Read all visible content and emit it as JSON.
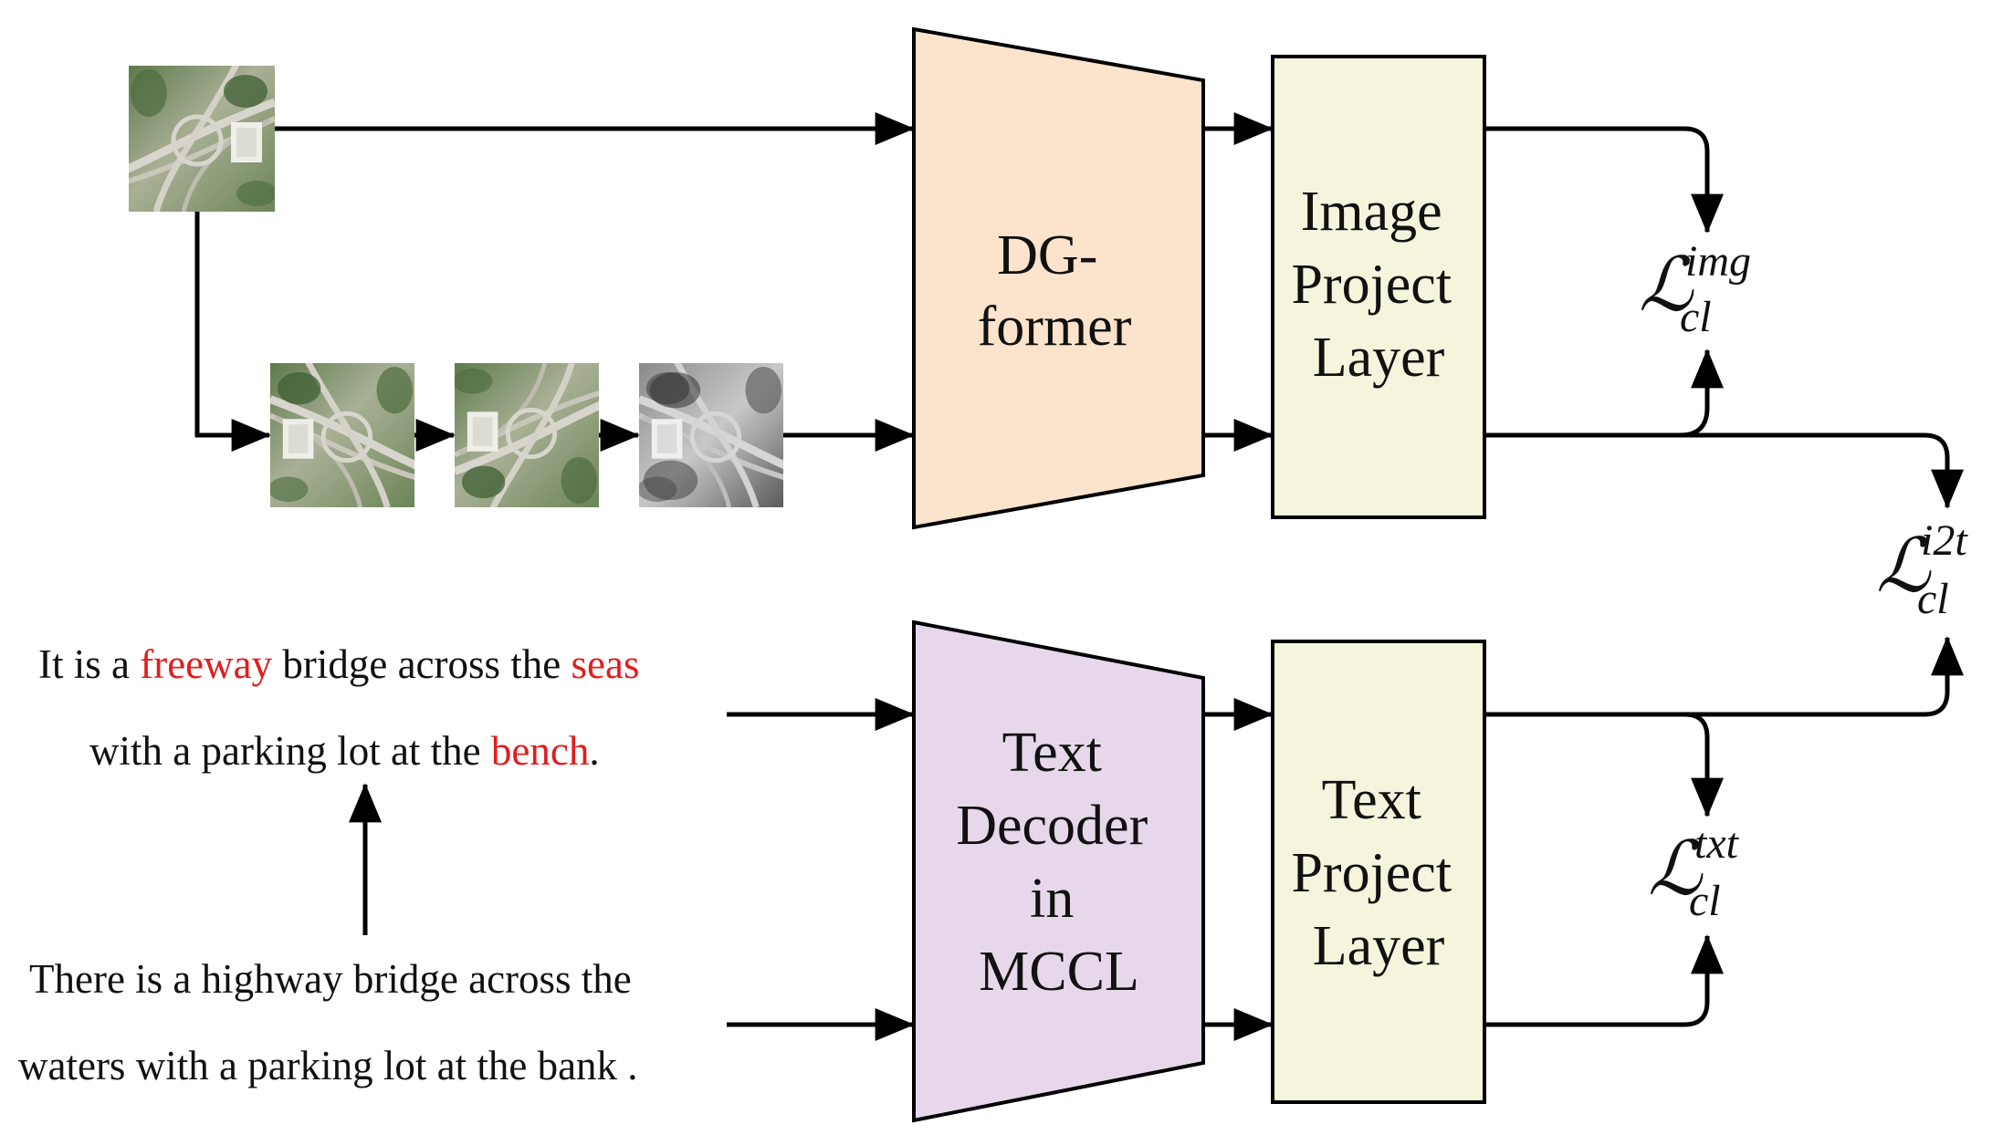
{
  "encoder": {
    "line1": "DG-",
    "line2": "former"
  },
  "image_project": {
    "line1": "Image",
    "line2": "Project",
    "line3": "Layer"
  },
  "text_decoder": {
    "line1": "Text",
    "line2": "Decoder",
    "line3": "in",
    "line4": "MCCL"
  },
  "text_project": {
    "line1": "Text",
    "line2": "Project",
    "line3": "Layer"
  },
  "losses": {
    "img": {
      "symbol": "ℒ",
      "sup": "img",
      "sub": "cl"
    },
    "i2t": {
      "symbol": "ℒ",
      "sup": "i2t",
      "sub": "cl"
    },
    "txt": {
      "symbol": "ℒ",
      "sup": "txt",
      "sub": "cl"
    }
  },
  "generated_caption": {
    "line1": {
      "p1": "It is a ",
      "r1": "freeway",
      "p2": " bridge across the ",
      "r2": "seas"
    },
    "line2": {
      "p1": "with a parking lot at the ",
      "r1": "bench",
      "p2": "."
    }
  },
  "original_caption": {
    "line1": "There is a highway bridge across the",
    "line2": "waters with a parking lot at the bank ."
  },
  "colors": {
    "encoder_fill": "#fbe3cc",
    "decoder_fill": "#e6d8ea",
    "project_fill": "#f4f5dc",
    "highlight_text": "#e01e1e"
  }
}
